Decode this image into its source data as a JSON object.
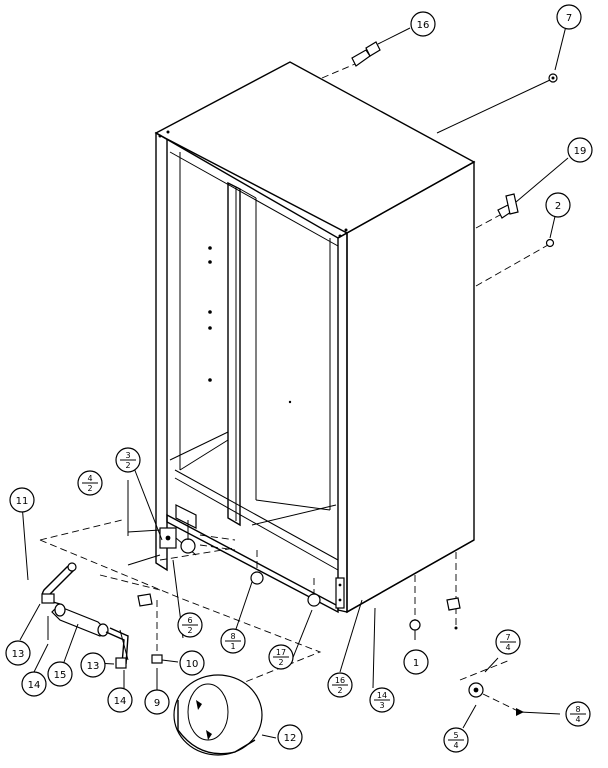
{
  "callouts": [
    {
      "id": "c16",
      "label": "16"
    },
    {
      "id": "c7a",
      "label": "7"
    },
    {
      "id": "c19",
      "label": "19"
    },
    {
      "id": "c2",
      "label": "2"
    },
    {
      "id": "c11",
      "label": "11"
    },
    {
      "id": "c13a",
      "label": "13"
    },
    {
      "id": "c14a",
      "label": "14"
    },
    {
      "id": "c15",
      "label": "15"
    },
    {
      "id": "c13b",
      "label": "13"
    },
    {
      "id": "c14b",
      "label": "14"
    },
    {
      "id": "c9",
      "label": "9"
    },
    {
      "id": "c10",
      "label": "10"
    },
    {
      "id": "c12",
      "label": "12"
    },
    {
      "id": "c1",
      "label": "1"
    }
  ],
  "fraction_callouts": [
    {
      "id": "f3_2",
      "num": "3",
      "den": "2"
    },
    {
      "id": "f4_2",
      "num": "4",
      "den": "2"
    },
    {
      "id": "f6_2",
      "num": "6",
      "den": "2"
    },
    {
      "id": "f8_1",
      "num": "8",
      "den": "1"
    },
    {
      "id": "f17_2",
      "num": "17",
      "den": "2"
    },
    {
      "id": "f16_2",
      "num": "16",
      "den": "2"
    },
    {
      "id": "f14_3",
      "num": "14",
      "den": "3"
    },
    {
      "id": "f7_4",
      "num": "7",
      "den": "4"
    },
    {
      "id": "f5_4",
      "num": "5",
      "den": "4"
    },
    {
      "id": "f8_4",
      "num": "8",
      "den": "4"
    }
  ]
}
